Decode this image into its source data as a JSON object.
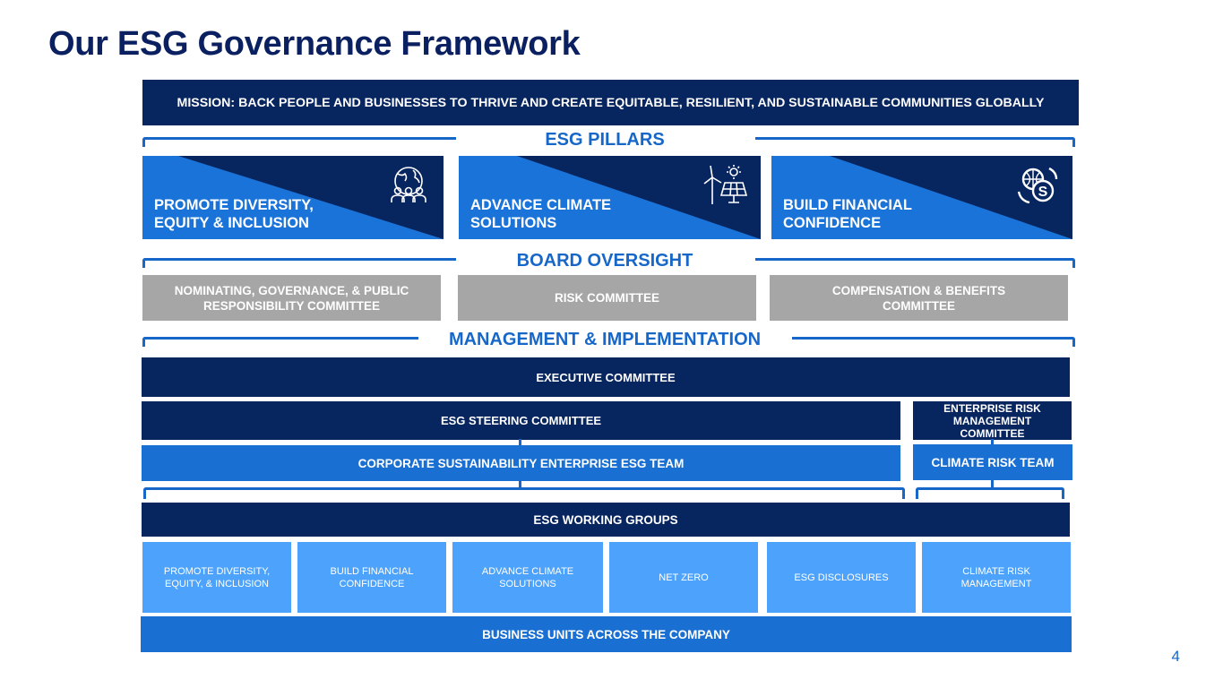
{
  "title": "Our ESG Governance Framework",
  "mission": "MISSION: BACK PEOPLE AND BUSINESSES TO THRIVE AND CREATE EQUITABLE, RESILIENT, AND SUSTAINABLE COMMUNITIES GLOBALLY",
  "sections": {
    "pillars": "ESG PILLARS",
    "board": "BOARD OVERSIGHT",
    "management": "MANAGEMENT & IMPLEMENTATION"
  },
  "pillars": [
    {
      "line1": "PROMOTE DIVERSITY,",
      "line2": "EQUITY & INCLUSION",
      "icon": "globe-people-icon"
    },
    {
      "line1": "ADVANCE CLIMATE",
      "line2": "SOLUTIONS",
      "icon": "wind-solar-icon"
    },
    {
      "line1": "BUILD FINANCIAL",
      "line2": "CONFIDENCE",
      "icon": "globe-currency-icon"
    }
  ],
  "board": [
    {
      "line1": "NOMINATING, GOVERNANCE, & PUBLIC",
      "line2": "RESPONSIBILITY COMMITTEE"
    },
    {
      "line1": "RISK COMMITTEE",
      "line2": ""
    },
    {
      "line1": "COMPENSATION & BENEFITS",
      "line2": "COMMITTEE"
    }
  ],
  "management": {
    "executive": "EXECUTIVE COMMITTEE",
    "steering": "ESG STEERING COMMITTEE",
    "erm": {
      "line1": "ENTERPRISE RISK",
      "line2": "MANAGEMENT",
      "line3": "COMMITTEE"
    },
    "corporate": "CORPORATE SUSTAINABILITY ENTERPRISE ESG TEAM",
    "climate_risk": "CLIMATE RISK TEAM",
    "working_groups": "ESG WORKING GROUPS",
    "groups": [
      {
        "line1": "PROMOTE DIVERSITY,",
        "line2": "EQUITY, & INCLUSION"
      },
      {
        "line1": "BUILD FINANCIAL",
        "line2": "CONFIDENCE"
      },
      {
        "line1": "ADVANCE CLIMATE",
        "line2": "SOLUTIONS"
      },
      {
        "line1": "NET ZERO",
        "line2": ""
      },
      {
        "line1": "ESG DISCLOSURES",
        "line2": ""
      },
      {
        "line1": "CLIMATE RISK",
        "line2": "MANAGEMENT"
      }
    ],
    "business_units": "BUSINESS UNITS ACROSS THE COMPANY"
  },
  "page_number": "4",
  "colors": {
    "navy": "#07255f",
    "blue": "#1a6fd3",
    "accent": "#1767c9",
    "light_blue": "#4da3fb",
    "gray": "#a6a6a6"
  }
}
